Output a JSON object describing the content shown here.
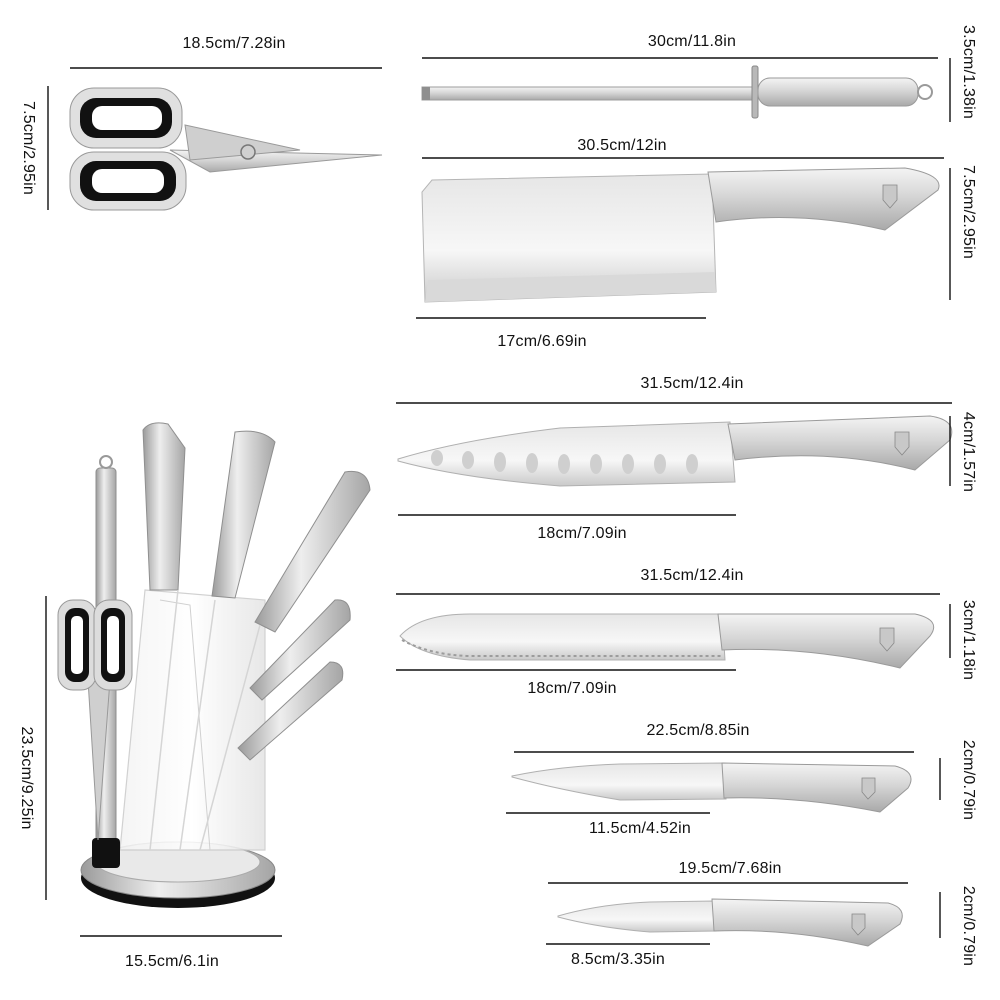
{
  "colors": {
    "background": "#ffffff",
    "text": "#111111",
    "steel_light": "#eeeeee",
    "steel_mid": "#bdbdbd",
    "steel_dark": "#8a8a8a",
    "handle_black": "#111111"
  },
  "items": {
    "scissors": {
      "length": "18.5cm/7.28in",
      "height": "7.5cm/2.95in"
    },
    "sharpening_steel": {
      "length": "30cm/11.8in",
      "height": "3.5cm/1.38in"
    },
    "cleaver": {
      "length": "30.5cm/12in",
      "blade": "17cm/6.69in",
      "height": "7.5cm/2.95in"
    },
    "chef_knife": {
      "length": "31.5cm/12.4in",
      "blade": "18cm/7.09in",
      "height": "4cm/1.57in"
    },
    "bread_knife": {
      "length": "31.5cm/12.4in",
      "blade": "18cm/7.09in",
      "height": "3cm/1.18in"
    },
    "utility_knife": {
      "length": "22.5cm/8.85in",
      "blade": "11.5cm/4.52in",
      "height": "2cm/0.79in"
    },
    "paring_knife": {
      "length": "19.5cm/7.68in",
      "blade": "8.5cm/3.35in",
      "height": "2cm/0.79in"
    },
    "block_set": {
      "height": "23.5cm/9.25in",
      "width": "15.5cm/6.1in"
    }
  }
}
